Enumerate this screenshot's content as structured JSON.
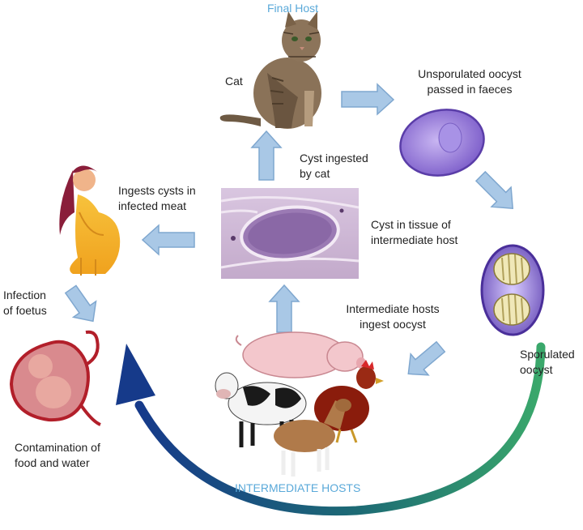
{
  "labels": {
    "final_host": "Final Host",
    "cat": "Cat",
    "unsporulated": "Unsporulated oocyst\npassed in faeces",
    "cyst_ingested": "Cyst ingested\nby cat",
    "ingests_cysts": "Ingests cysts in\ninfected meat",
    "cyst_tissue": "Cyst in tissue of\nintermediate host",
    "infection_foetus": "Infection\nof foetus",
    "intermediate_ingest": "Intermediate hosts\ningest oocyst",
    "sporulated": "Sporulated\noocyst",
    "contamination": "Contamination of\nfood and water",
    "intermediate_hosts": "INTERMEDIATE HOSTS"
  },
  "colors": {
    "accent_label": "#5aa9d9",
    "arrow_fill": "#a9c8e6",
    "arrow_stroke": "#7fa7cf",
    "big_arrow_start": "#163a8a",
    "big_arrow_end": "#3aa86b",
    "oocyst": "#9b7fd6",
    "cyst_tissue": "#c9b3d8"
  }
}
